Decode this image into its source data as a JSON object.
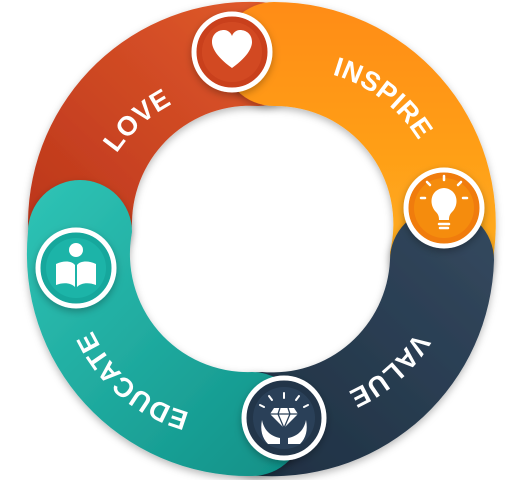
{
  "segments": [
    {
      "label": "LOVE",
      "icon": "heart-icon",
      "color_light": "#e35d2c",
      "color_dark": "#b8321a"
    },
    {
      "label": "INSPIRE",
      "icon": "lightbulb-icon",
      "color_light": "#ffab1a",
      "color_dark": "#f07c0b"
    },
    {
      "label": "VALUE",
      "icon": "diamond-in-hands-icon",
      "color_light": "#3d5873",
      "color_dark": "#1f3345"
    },
    {
      "label": "EDUCATE",
      "icon": "reading-person-icon",
      "color_light": "#2fc4b6",
      "color_dark": "#0f968c"
    }
  ]
}
